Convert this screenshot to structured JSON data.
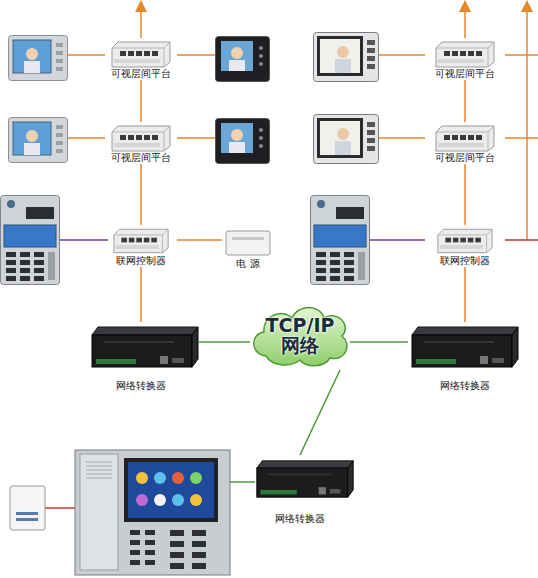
{
  "diagram": {
    "nodes": [
      {
        "text": [
          "可视层间平台"
        ]
      },
      {
        "text": [
          "可视层间平台"
        ]
      },
      {
        "text": [
          "可视层间平台"
        ]
      },
      {
        "text": [
          "可视层间平台"
        ]
      },
      {
        "text": [
          "联网控制器"
        ]
      },
      {
        "text": [
          "电 源"
        ]
      },
      {
        "text": [
          "联网控制器"
        ]
      },
      {
        "text": [
          "TCP/IP 网络"
        ]
      },
      {
        "text": [
          "网络转换器"
        ]
      },
      {
        "text": [
          "网络转换器"
        ]
      },
      {
        "text": [
          "网络转换器"
        ]
      }
    ],
    "edges": [
      {
        "from": 0,
        "to": 2,
        "arrow": "none"
      },
      {
        "from": 2,
        "to": 4,
        "arrow": "none"
      },
      {
        "from": 4,
        "to": 8,
        "arrow": "none"
      },
      {
        "from": 4,
        "to": 5,
        "arrow": "none"
      },
      {
        "from": 1,
        "to": 3,
        "arrow": "none"
      },
      {
        "from": 3,
        "to": 6,
        "arrow": "none"
      },
      {
        "from": 6,
        "to": 9,
        "arrow": "none"
      },
      {
        "from": 8,
        "to": 7,
        "arrow": "none"
      },
      {
        "from": 7,
        "to": 9,
        "arrow": "none"
      },
      {
        "from": 7,
        "to": 10,
        "arrow": "none"
      }
    ]
  }
}
